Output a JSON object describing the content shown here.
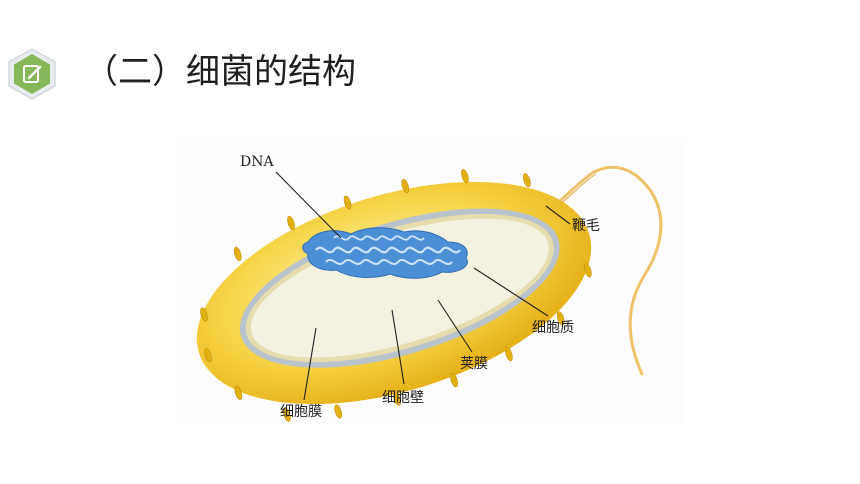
{
  "header": {
    "icon": "edit-icon",
    "title": "（二）细菌的结构"
  },
  "diagram": {
    "labels": {
      "dna": "DNA",
      "flagellum": "鞭毛",
      "cytoplasm": "细胞质",
      "capsule": "荚膜",
      "cell_wall": "细胞壁",
      "cell_membrane": "细胞膜"
    },
    "colors": {
      "capsule": "#f2c21b",
      "cell_wall": "#b8c3cc",
      "cytoplasm": "#f3f1df",
      "dna": "#4b8fd6",
      "flagellum": "#f0c060",
      "badge": "#86b85a"
    }
  }
}
